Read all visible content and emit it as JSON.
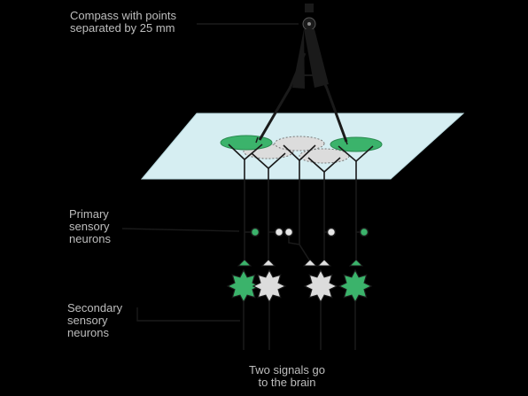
{
  "labels": {
    "compass": [
      "Compass with points",
      "separated by 25 mm"
    ],
    "primary": [
      "Primary",
      "sensory",
      "neurons"
    ],
    "secondary": [
      "Secondary",
      "sensory",
      "neurons"
    ],
    "brain": [
      "Two signals go",
      "to the brain"
    ]
  },
  "colors": {
    "background": "#000000",
    "skin": "#d6eef2",
    "active_neuron": "#3bb36b",
    "inactive_neuron": "#d9d9d9",
    "outline": "#1a1a1a",
    "label": "#bdbdbd"
  },
  "neurons": [
    {
      "id": 1,
      "state": "active"
    },
    {
      "id": 2,
      "state": "inactive"
    },
    {
      "id": 3,
      "state": "inactive"
    },
    {
      "id": 4,
      "state": "inactive"
    },
    {
      "id": 5,
      "state": "active"
    }
  ]
}
